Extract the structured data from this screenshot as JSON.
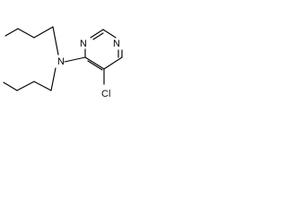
{
  "molecule": {
    "atoms": {
      "amine_n": {
        "label": "N"
      },
      "ring_n_top": {
        "label": "N"
      },
      "ring_n_bottom": {
        "label": "N"
      },
      "chlorine": {
        "label": "Cl"
      }
    }
  }
}
